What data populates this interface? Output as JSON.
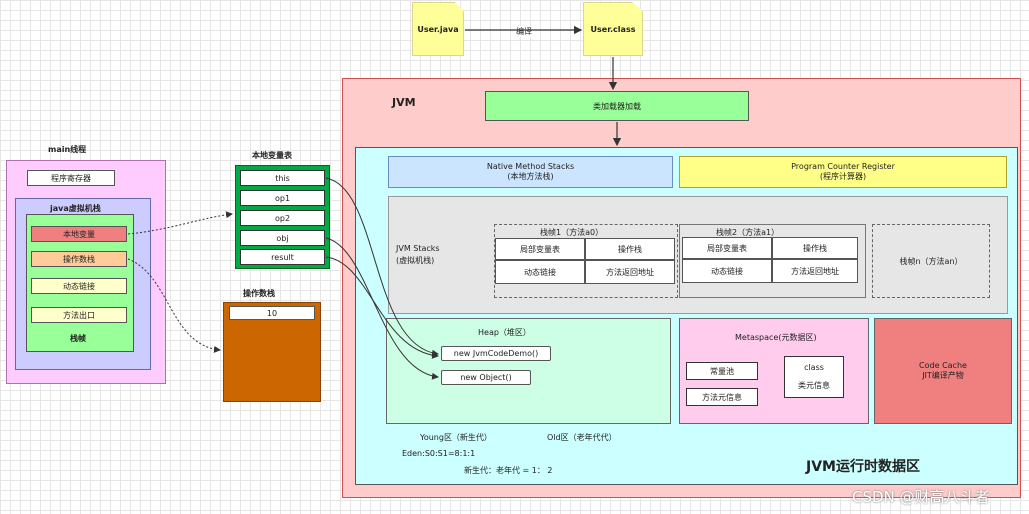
{
  "files": {
    "source": "User.java",
    "compile_label": "编译",
    "class": "User.class"
  },
  "jvm": {
    "title": "JVM",
    "class_loader": "类加载器加载",
    "runtime_area_title": "JVM运行时数据区",
    "native_stacks": {
      "line1": "Native Method Stacks",
      "line2": "(本地方法栈)"
    },
    "pc_register": {
      "line1": "Program Counter Register",
      "line2": "(程序计算器)"
    },
    "jvm_stacks": {
      "line1": "JVM Stacks",
      "line2": "(虚拟机栈)",
      "frame1": {
        "title": "栈帧1（方法a0）",
        "cells": [
          "局部变量表",
          "操作栈",
          "动态链接",
          "方法返回地址"
        ]
      },
      "frame2": {
        "title": "栈帧2（方法a1）",
        "cells": [
          "局部变量表",
          "操作栈",
          "动态链接",
          "方法返回地址"
        ]
      },
      "framen": {
        "title": "栈帧n（方法an）"
      }
    },
    "heap": {
      "title": "Heap（堆区）",
      "obj1": "new JvmCodeDemo()",
      "obj2": "new Object()",
      "young": "Young区（新生代）",
      "old": "Old区（老年代代）",
      "eden": "Eden:S0:S1=8:1:1",
      "ratio": "新生代：老年代 = 1： 2"
    },
    "metaspace": {
      "title": "Metaspace(元数据区)",
      "constant_pool": "常量池",
      "method_meta": "方法元信息",
      "class_line1": "class",
      "class_line2": "类元信息"
    },
    "code_cache": {
      "line1": "Code Cache",
      "line2": "JIT编译产物"
    }
  },
  "main_thread": {
    "title": "main线程",
    "pc_register": "程序寄存器",
    "vm_stack_title": "java虚拟机栈",
    "local_vars": "本地变量",
    "operand_stack": "操作数栈",
    "dynamic_link": "动态链接",
    "method_exit": "方法出口",
    "frame_label": "栈帧"
  },
  "local_var_table": {
    "title": "本地变量表",
    "items": [
      "this",
      "op1",
      "op2",
      "obj",
      "result"
    ]
  },
  "operand_stack": {
    "title": "操作数栈",
    "value": "10"
  },
  "watermark": "CSDN @财高八斗者"
}
